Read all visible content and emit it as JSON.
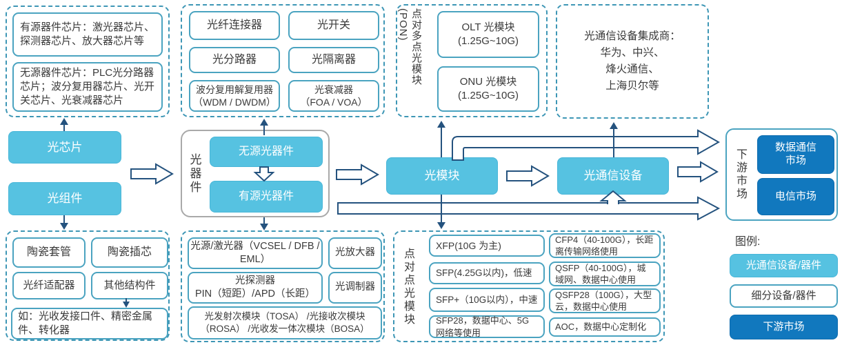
{
  "colors": {
    "light_blue": "#56c2e1",
    "dark_blue": "#1178be",
    "teal_border": "#3d96b5",
    "navy": "#24527e"
  },
  "top_row": {
    "chip_box": {
      "items": [
        "有源器件芯片：激光器芯片、探测器芯片、放大器芯片等",
        "无源器件芯片：PLC光分路器芯片；波分复用器芯片、光开关芯片、光衰减器芯片"
      ]
    },
    "passive_box": {
      "items": [
        "光纤连接器",
        "光开关",
        "光分路器",
        "光隔离器",
        "波分复用解复用器\n（WDM / DWDM）",
        "光衰减器\n（FOA / VOA）"
      ]
    },
    "pon_box": {
      "side_label": "点对多点光模块(PON)",
      "items": [
        "OLT 光模块\n(1.25G~10G)",
        "ONU 光模块\n(1.25G~10G)"
      ]
    },
    "integrator_box": {
      "text": "光通信设备集成商：\n华为、中兴、\n烽火通信、\n上海贝尔等"
    }
  },
  "chain": {
    "chip": "光芯片",
    "component": "光组件",
    "device_group": {
      "label": "光器件",
      "passive": "无源光器件",
      "active": "有源光器件"
    },
    "module": "光模块",
    "equipment": "光通信设备",
    "downstream": {
      "label": "下游市场",
      "markets": [
        "数据通信\n市场",
        "电信市场"
      ]
    }
  },
  "bottom_row": {
    "structural_box": {
      "items": [
        "陶瓷套管",
        "陶瓷插芯",
        "光纤适配器",
        "其他结构件"
      ],
      "note": "如：光收发接口件、精密金属件、转化器"
    },
    "active_box": {
      "items": [
        "光源/激光器（VCSEL / DFB / EML）",
        "光放大器",
        "光探测器\nPIN（短距）/APD（长距）",
        "光调制器"
      ],
      "wide": "光发射次模块（TOSA） /光接收次模块（ROSA） /光收发一体次模块（BOSA）"
    },
    "p2p_box": {
      "side_label": "点对点光模块",
      "left_items": [
        "XFP(10G 为主)",
        "SFP(4.25G以内)，低速",
        "SFP+（10G以内），中速",
        "SFP28，数据中心、5G网络等使用"
      ],
      "right_items": [
        "CFP4（40-100G），长距离传输网络使用",
        "QSFP（40-100G），城域网、数据中心使用",
        "QSFP28（100G），大型云，数据中心使用",
        "AOC，数据中心定制化"
      ]
    },
    "legend": {
      "title": "图例:",
      "items": [
        {
          "label": "光通信设备/器件"
        },
        {
          "label": "细分设备/器件"
        },
        {
          "label": "下游市场"
        }
      ]
    }
  }
}
